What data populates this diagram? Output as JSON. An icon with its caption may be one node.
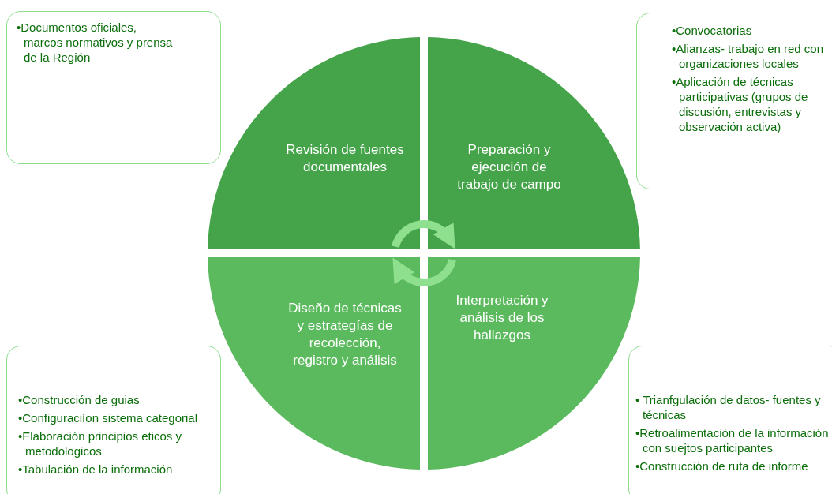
{
  "diagram": {
    "nodes": [
      {
        "text": [
          "•Documentos oficiales, marcos normativos y prensa de la Región"
        ]
      },
      {
        "text": [
          "•Convocatorias",
          "•Alianzas- trabajo en red con organizaciones locales",
          "•Aplicación de técnicas participativas (grupos de discusión, entrevistas y observación activa)"
        ]
      },
      {
        "text": [
          "Revisión de fuentes documentales"
        ]
      },
      {
        "text": [
          "Preparación y ejecución de trabajo de campo"
        ]
      },
      {
        "text": [
          "Diseño de técnicas y estrategías de recolección, registro y análisis"
        ]
      },
      {
        "text": [
          "Interpretación y análisis de los hallazgos"
        ]
      },
      {
        "text": [
          "•Construcción de guias",
          "•Configuraciíon sistema categorial",
          "•Elaboración principios eticos y metodologicos",
          "•Tabulación de la información"
        ]
      },
      {
        "text": [
          "• Trianfgulación de datos- fuentes y técnicas",
          "•Retroalimentación de la información con suejtos participantes",
          "•Construcción de ruta de informe"
        ]
      }
    ],
    "edges": [
      {
        "from": 2,
        "to": 3,
        "arrow": "to"
      },
      {
        "from": 5,
        "to": 4,
        "arrow": "to"
      }
    ]
  }
}
